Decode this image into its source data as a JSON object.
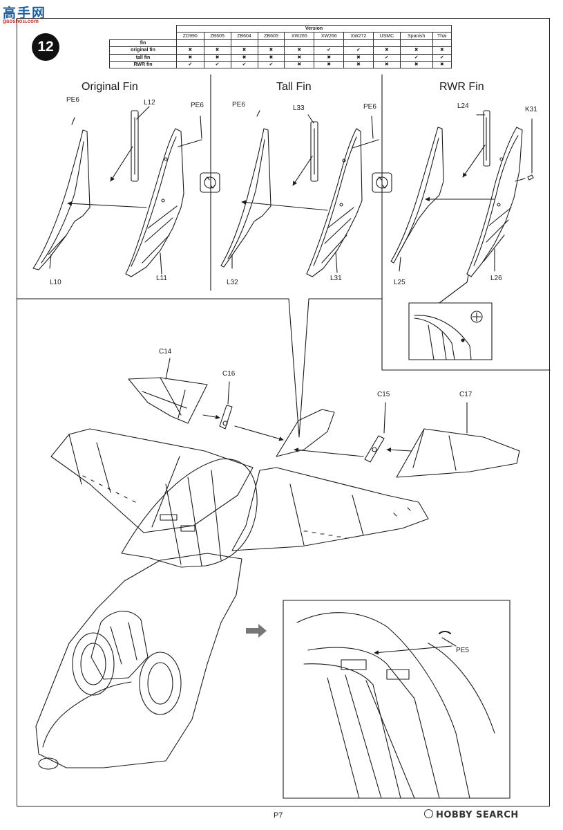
{
  "watermark": {
    "title": "高手网",
    "url": "gaoshou.com"
  },
  "step": {
    "number": "12"
  },
  "version_table": {
    "header": "Version",
    "columns": [
      "ZD990",
      "ZB605",
      "ZB604",
      "ZB605",
      "XW265",
      "XW266",
      "XW272",
      "USMC",
      "Spanish",
      "Thai"
    ],
    "rows": [
      {
        "label": "fin",
        "marks": [
          "",
          "",
          "",
          "",
          "",
          "",
          "",
          "",
          "",
          ""
        ]
      },
      {
        "label": "original fin",
        "marks": [
          "✖",
          "✖",
          "✖",
          "✖",
          "✖",
          "✔",
          "✔",
          "✖",
          "✖",
          "✖"
        ]
      },
      {
        "label": "tall fin",
        "marks": [
          "✖",
          "✖",
          "✖",
          "✖",
          "✖",
          "✖",
          "✖",
          "✔",
          "✔",
          "✔"
        ]
      },
      {
        "label": "RWR fin",
        "marks": [
          "✔",
          "✔",
          "✔",
          "✔",
          "✖",
          "✖",
          "✖",
          "✖",
          "✖",
          "✖"
        ]
      }
    ]
  },
  "sections": {
    "original": {
      "title": "Original Fin",
      "parts": [
        "PE6",
        "L12",
        "PE6",
        "L10",
        "L11"
      ]
    },
    "tall": {
      "title": "Tall Fin",
      "parts": [
        "PE6",
        "L33",
        "PE6",
        "L32",
        "L31"
      ]
    },
    "rwr": {
      "title": "RWR Fin",
      "parts": [
        "L24",
        "K31",
        "L25",
        "L26"
      ]
    }
  },
  "main_parts": {
    "c14": "C14",
    "c16": "C16",
    "c15": "C15",
    "c17": "C17",
    "pe5": "PE5"
  },
  "footer": {
    "page": "P7",
    "brand": "HOBBY SEARCH"
  },
  "colors": {
    "ink": "#1a1a1a",
    "watermark_blue": "#1c5f9e",
    "watermark_red": "#c0392b"
  }
}
